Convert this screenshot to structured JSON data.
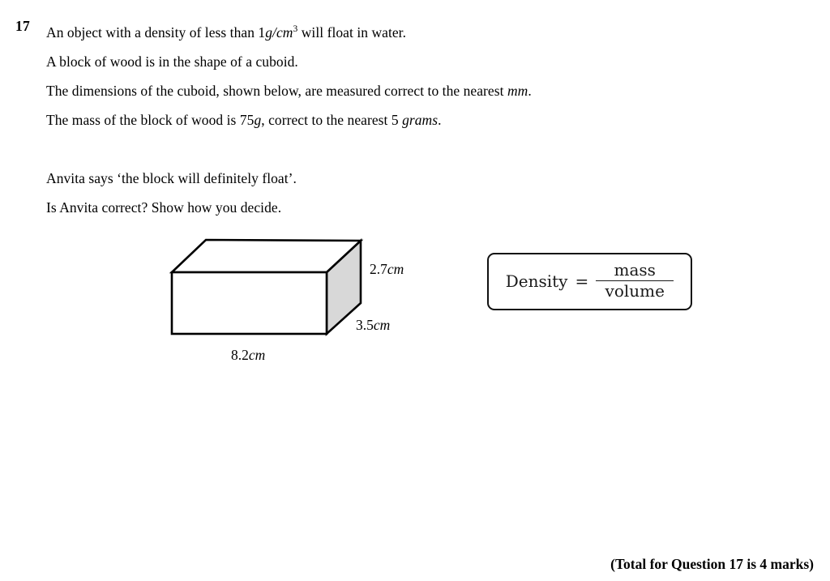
{
  "question": {
    "number": "17",
    "lines": [
      {
        "parts": [
          {
            "text": "An object with a density of less than 1",
            "style": "normal"
          },
          {
            "text": "g/cm",
            "style": "italic"
          },
          {
            "text": "3",
            "style": "superscript"
          },
          {
            "text": " will float in water.",
            "style": "normal"
          }
        ]
      },
      {
        "parts": [
          {
            "text": "A block of wood is in the shape of a cuboid.",
            "style": "normal"
          }
        ]
      },
      {
        "parts": [
          {
            "text": "The dimensions of the cuboid, shown below, are measured correct to the nearest ",
            "style": "normal"
          },
          {
            "text": "mm",
            "style": "italic"
          },
          {
            "text": ".",
            "style": "normal"
          }
        ]
      },
      {
        "parts": [
          {
            "text": "The mass of the block of wood is 75",
            "style": "normal"
          },
          {
            "text": "g",
            "style": "italic"
          },
          {
            "text": ", correct to the nearest 5 ",
            "style": "normal"
          },
          {
            "text": "grams",
            "style": "italic"
          },
          {
            "text": ".",
            "style": "normal"
          }
        ]
      },
      {
        "spacer_before": true,
        "parts": [
          {
            "text": "Anvita says ‘the block will definitely float’.",
            "style": "normal"
          }
        ]
      },
      {
        "parts": [
          {
            "text": "Is Anvita correct? Show how you decide.",
            "style": "normal"
          }
        ]
      }
    ]
  },
  "diagram": {
    "shape": "cuboid",
    "labels": {
      "height": {
        "value": "2.7",
        "unit": "cm"
      },
      "depth": {
        "value": "3.5",
        "unit": "cm"
      },
      "width": {
        "value": "8.2",
        "unit": "cm"
      }
    },
    "colors": {
      "outline": "#000000",
      "front_face": "#ffffff",
      "top_face": "#ffffff",
      "side_face": "#d8d8d8"
    }
  },
  "formula": {
    "lhs": "Density",
    "equals": "=",
    "numerator": "mass",
    "denominator": "volume"
  },
  "footer": {
    "text": "(Total for Question 17 is 4 marks)"
  }
}
